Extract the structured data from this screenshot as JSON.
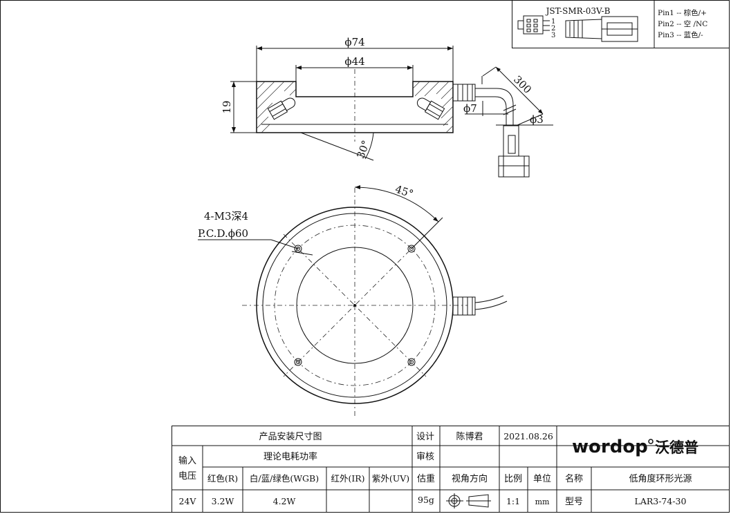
{
  "connector": {
    "model": "JST-SMR-03V-B",
    "pin_numbers": [
      "1",
      "2",
      "3"
    ],
    "pins": [
      "Pin1 -- 棕色/+",
      "Pin2 -- 空 /NC",
      "Pin3 -- 蓝色/-"
    ]
  },
  "side_view": {
    "outer_diameter": "ϕ74",
    "inner_diameter": "ϕ44",
    "height": "19",
    "angle": "30°",
    "cable_length": "300",
    "cable_gland": "ϕ7",
    "cable_diameter": "ϕ3"
  },
  "top_view": {
    "angle": "45°",
    "hole_spec": "4-M3深4",
    "pcd": "P.C.D.ϕ60"
  },
  "title_block": {
    "drawing_title": "产品安装尺寸图",
    "design_label": "设计",
    "designer": "陈博君",
    "date": "2021.08.26",
    "input_voltage_label_1": "输入",
    "input_voltage_label_2": "电压",
    "power_label": "理论电耗功率",
    "review_label": "审核",
    "color_red": "红色(R)",
    "color_wgb": "白/蓝/绿色(WGB)",
    "color_ir": "红外(IR)",
    "color_uv": "紫外(UV)",
    "weight_label": "估重",
    "view_label": "视角方向",
    "scale_label": "比例",
    "unit_label": "单位",
    "name_label": "名称",
    "product_name": "低角度环形光源",
    "voltage": "24V",
    "power_red": "3.2W",
    "power_wgb": "4.2W",
    "power_ir": "",
    "power_uv": "",
    "weight": "95g",
    "scale": "1:1",
    "unit": "mm",
    "model_label": "型号",
    "model": "LAR3-74-30",
    "brand_latin": "wordop",
    "brand_cn": "沃德普"
  }
}
